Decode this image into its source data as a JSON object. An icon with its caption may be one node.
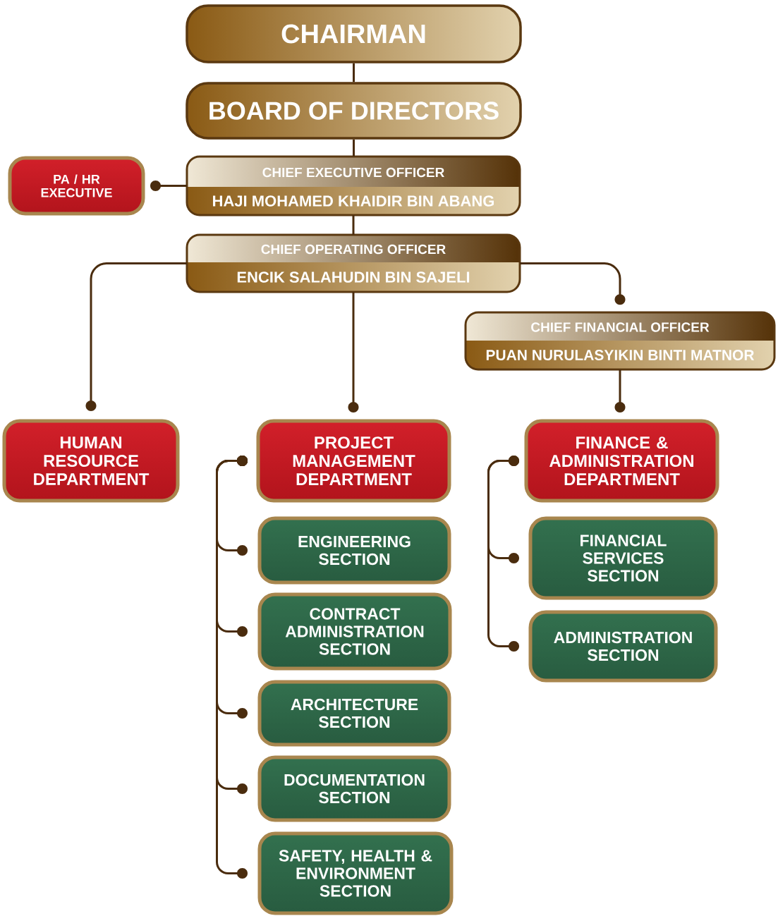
{
  "diagram": {
    "nodes": [
      {
        "text": [
          "CHAIRMAN"
        ]
      },
      {
        "text": [
          "BOARD OF DIRECTORS"
        ]
      },
      {
        "text": [
          "PA / HR EXECUTIVE"
        ]
      },
      {
        "text": [
          "CHIEF EXECUTIVE OFFICER",
          "HAJI MOHAMED KHAIDIR BIN ABANG"
        ]
      },
      {
        "text": [
          "CHIEF OPERATING OFFICER",
          "ENCIK SALAHUDIN BIN SAJELI"
        ]
      },
      {
        "text": [
          "CHIEF FINANCIAL OFFICER",
          "PUAN NURULASYIKIN BINTI MATNOR"
        ]
      },
      {
        "text": [
          "HUMAN RESOURCE DEPARTMENT"
        ]
      },
      {
        "text": [
          "PROJECT MANAGEMENT DEPARTMENT"
        ]
      },
      {
        "text": [
          "FINANCE & ADMINISTRATION DEPARTMENT"
        ]
      },
      {
        "text": [
          "ENGINEERING SECTION"
        ]
      },
      {
        "text": [
          "CONTRACT ADMINISTRATION SECTION"
        ]
      },
      {
        "text": [
          "ARCHITECTURE SECTION"
        ]
      },
      {
        "text": [
          "DOCUMENTATION SECTION"
        ]
      },
      {
        "text": [
          "SAFETY, HEALTH & ENVIRONMENT SECTION"
        ]
      },
      {
        "text": [
          "FINANCIAL SERVICES SECTION"
        ]
      },
      {
        "text": [
          "ADMINISTRATION SECTION"
        ]
      }
    ],
    "edges": [
      {
        "from": 0,
        "to": 1,
        "arrow": "none"
      },
      {
        "from": 1,
        "to": 3,
        "arrow": "none"
      },
      {
        "from": 3,
        "to": 2,
        "arrow": "other"
      },
      {
        "from": 3,
        "to": 4,
        "arrow": "none"
      },
      {
        "from": 4,
        "to": 6,
        "arrow": "other"
      },
      {
        "from": 4,
        "to": 7,
        "arrow": "other"
      },
      {
        "from": 4,
        "to": 5,
        "arrow": "other"
      },
      {
        "from": 5,
        "to": 8,
        "arrow": "other"
      },
      {
        "from": 7,
        "to": 9,
        "arrow": "other"
      },
      {
        "from": 7,
        "to": 10,
        "arrow": "other"
      },
      {
        "from": 7,
        "to": 11,
        "arrow": "other"
      },
      {
        "from": 7,
        "to": 12,
        "arrow": "other"
      },
      {
        "from": 7,
        "to": 13,
        "arrow": "other"
      },
      {
        "from": 8,
        "to": 14,
        "arrow": "other"
      },
      {
        "from": 8,
        "to": 15,
        "arrow": "other"
      }
    ]
  }
}
